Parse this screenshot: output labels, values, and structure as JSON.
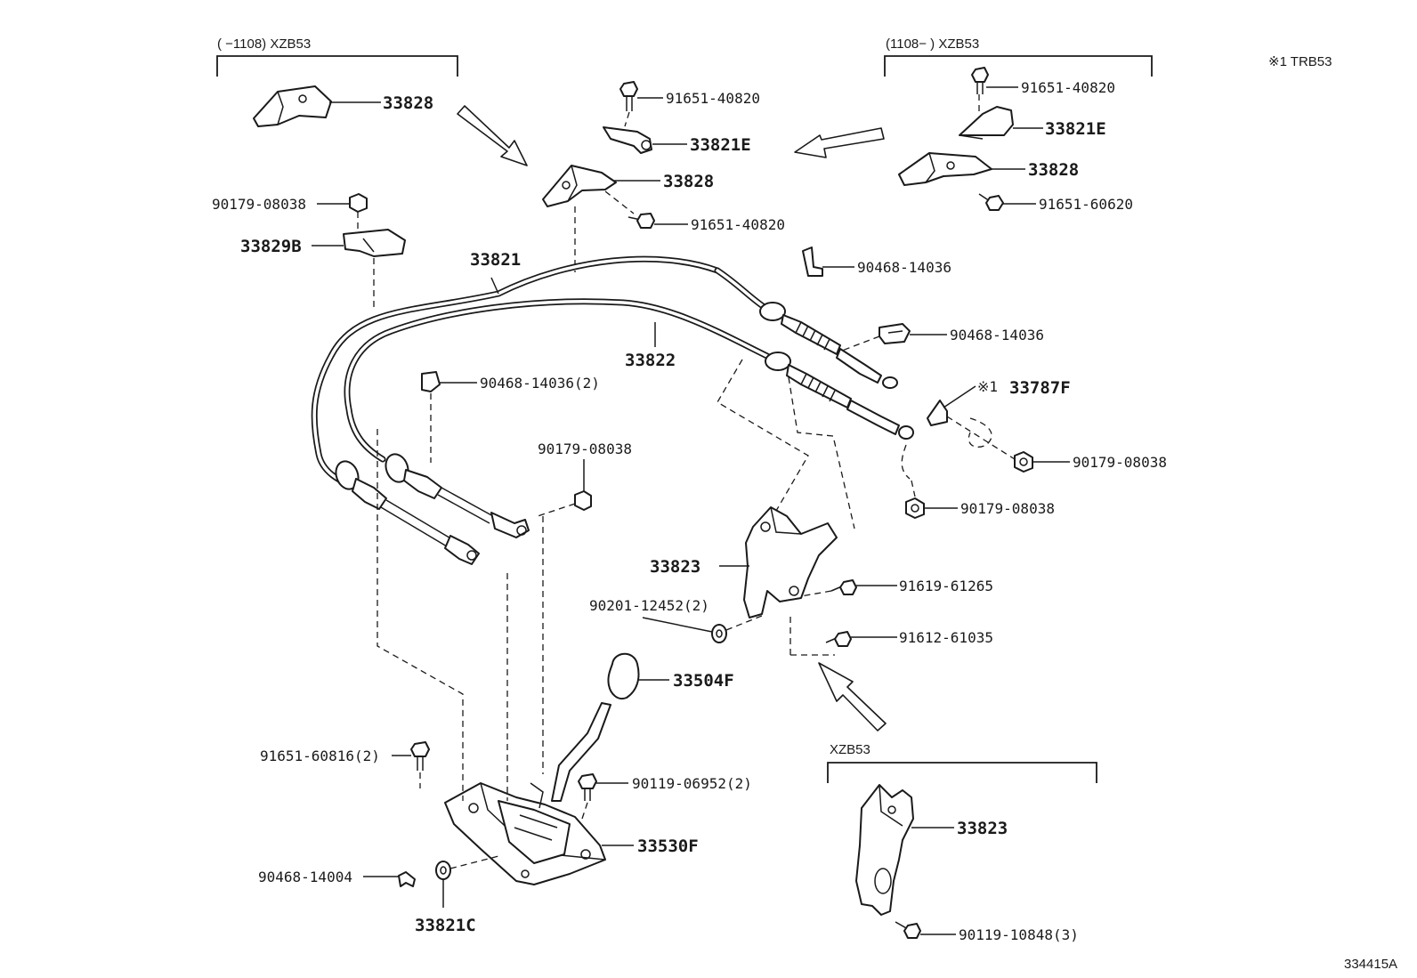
{
  "headers": {
    "top_left": "(      −1108) XZB53",
    "top_right": "(1108−      ) XZB53",
    "far_right": "※1 TRB53",
    "bottom_right": "XZB53"
  },
  "labels": {
    "p33828_tl": "33828",
    "p90179_a": "90179-08038",
    "p33829b": "33829B",
    "p33821": "33821",
    "p33822": "33822",
    "p91651_40820_a": "91651-40820",
    "p33821e_mid": "33821E",
    "p33828_mid": "33828",
    "p91651_40820_b": "91651-40820",
    "p91651_40820_c": "91651-40820",
    "p33821e_right": "33821E",
    "p33828_right": "33828",
    "p91651_60620": "91651-60620",
    "p90468_a": "90468-14036",
    "p90468_b": "90468-14036",
    "p90468_c": "90468-14036(2)",
    "mark_1": "※1",
    "p33787f": "33787F",
    "p90179_b": "90179-08038",
    "p90179_c": "90179-08038",
    "p90179_d": "90179-08038",
    "p33823_mid": "33823",
    "p91619": "91619-61265",
    "p90201": "90201-12452(2)",
    "p91612": "91612-61035",
    "p33504f": "33504F",
    "p91651_60816": "91651-60816(2)",
    "p90119_06952": "90119-06952(2)",
    "p33530f": "33530F",
    "p90468_14004": "90468-14004",
    "p33821c": "33821C",
    "p33823_bottom": "33823",
    "p90119_10848": "90119-10848(3)"
  },
  "diagram_id": "334415A"
}
